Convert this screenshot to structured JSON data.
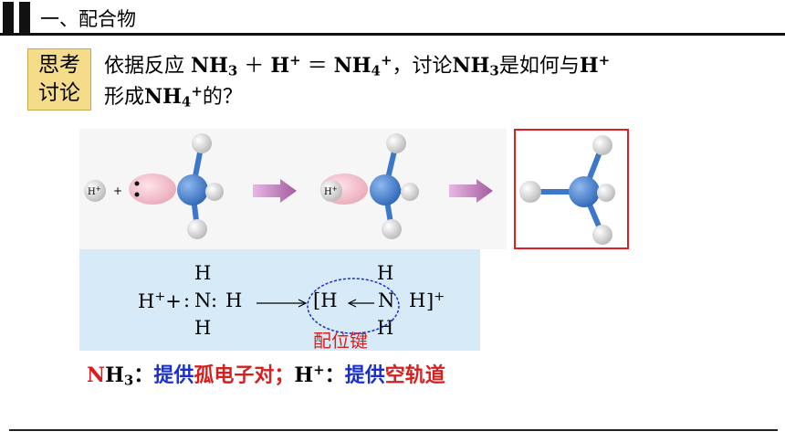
{
  "header": {
    "title": "一、配合物"
  },
  "tag": {
    "line1": "思考",
    "line2": "讨论"
  },
  "question": {
    "l1_a": "依据反应 ",
    "l1_nh": "NH",
    "l1_3": "3",
    "l1_plus": " ＋ ",
    "l1_h": "H",
    "l1_hsup": "+",
    "l1_eq": " ＝ ",
    "l1_nh4": "NH",
    "l1_4": "4",
    "l1_4sup": "+",
    "l1_b": "，讨论",
    "l1_nh3": "NH",
    "l1_3b": "3",
    "l1_c": "是如何与",
    "l1_h2": "H",
    "l1_h2sup": "+",
    "l2_a": "形成",
    "l2_nh": "NH",
    "l2_4": "4",
    "l2_sup": "+",
    "l2_b": "的？"
  },
  "diagram": {
    "h_ion": "H",
    "h_ion_sup": "+",
    "plus": "+",
    "lewis": {
      "left": "H",
      "left_sup": "+",
      "plus": "+",
      "colon": ":",
      "n": "N",
      "colon2": ":",
      "h_right": "H",
      "h_top": "H",
      "h_bottom": "H",
      "bracket_open": "[H",
      "n2": "N",
      "h3": "H",
      "bracket_close": "]",
      "sup": "+",
      "h_top2": "H",
      "h_bottom2": "H"
    },
    "ligand_label": "配位键"
  },
  "conclusion": {
    "nh": "N",
    "h3": "H",
    "sub3": "3",
    "c1": "：",
    "p1": "提供",
    "p2": "孤电子对",
    "p3": "；",
    "h": "H",
    "hsup": "+",
    "c2": "：",
    "p4": "提供",
    "p5": "空轨道"
  }
}
